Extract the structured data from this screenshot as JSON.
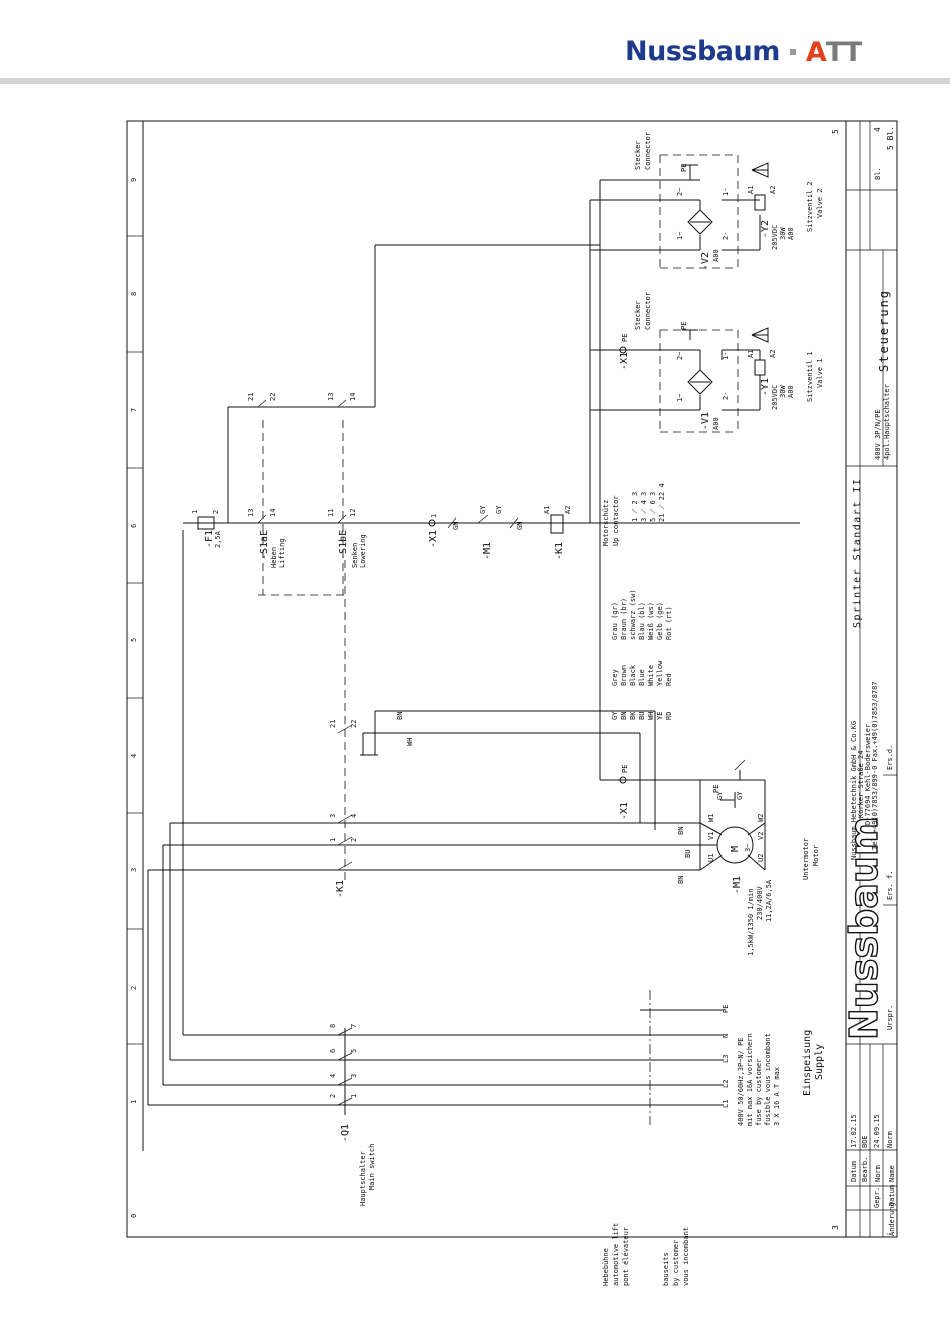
{
  "header": {
    "brand": "Nussbaum",
    "separator": "·",
    "partner_first": "A",
    "partner_rest": "TT"
  },
  "frame": {
    "columns": [
      "0",
      "1",
      "2",
      "3",
      "4",
      "5",
      "6",
      "7",
      "8",
      "9"
    ],
    "page_left": "3",
    "page_right": "5"
  },
  "title_block": {
    "rev_labels": [
      "Änderung",
      "Datum",
      "Name",
      "Norm"
    ],
    "datum_label": "Datum",
    "datum_value": "17.02.15",
    "bearb_label": "Bearb.",
    "bearb_value": "BOE",
    "gepr_label": "Gepr.",
    "gepr_value": "24.09.15",
    "norm_label": "Norm",
    "urspr_label": "Urspr.",
    "ers_f_label": "Ers. f.",
    "ers_d_label": "Ers.d.",
    "logo_text": "Nussbaum",
    "company": [
      "Nussbaum Hebetechnik GmbH & Co.KG",
      "Korker Straße 24",
      "D-77694 Kehl-Bodersweier",
      "Tel.+49(0)7853/899-0   Fax.+49(0)7853/8787"
    ],
    "product": "Sprinter Standart II",
    "voltage": "400V 3P/N/PE",
    "main_switch_pol": "4pol.Hauptschalter",
    "sheet_title": "Steuerung",
    "bl_label": "Bl.",
    "bl_value": "4",
    "bl_total": "5 Bl."
  },
  "left_notes": {
    "lift": [
      "Hebebühne",
      "automotive lift",
      "pont élévateur"
    ],
    "customer": [
      "bauseits",
      "by customer",
      "vous incombant"
    ],
    "main_switch": [
      "Hauptschalter",
      "Main switch"
    ]
  },
  "supply": {
    "title": [
      "Einspeisung",
      "Supply"
    ],
    "terminals": [
      "L1",
      "L2",
      "L3",
      "N",
      "PE"
    ],
    "notes": [
      "400V 50/60Hz,3P~N/ PE",
      "mit max 16A vorsichern",
      "fuse by customer",
      "fusible vous incombant",
      "3 X 16 A T max"
    ]
  },
  "devices": {
    "q1": "-Q1",
    "k1_main": "-K1",
    "k1_coil": "-K1",
    "m1": "-M1",
    "m1_thermo": "-M1",
    "f1": "-F1",
    "f1_rating": "2,5A",
    "s1ae": "-S1aE",
    "s1be": "-S1bE",
    "s1ae_desc": [
      "Heben",
      "Lifting"
    ],
    "s1be_desc": [
      "Senken",
      "Lowering"
    ],
    "x1_a": "-X1",
    "x1_b": "-X1",
    "x1_c": "-X1",
    "v1": "-V1",
    "v2": "-V2",
    "y1": "-Y1",
    "y2": "-Y2",
    "a00": "A00"
  },
  "motor": {
    "label": [
      "Untermotor",
      "Motor"
    ],
    "specs": [
      "1,5kW/1350 1/min",
      "230/400V",
      "11,2A/6,5A"
    ],
    "terminals": [
      "U1",
      "V1",
      "W1",
      "U2",
      "V2",
      "W2"
    ],
    "symbol": "M",
    "phase": "3~"
  },
  "valves": {
    "y1_desc": [
      "Sitzventil 1",
      "Valve 1"
    ],
    "y2_desc": [
      "Sitzventil 2",
      "Valve 2"
    ],
    "y_spec": [
      "205VDC",
      "30W"
    ],
    "connector": [
      "Stecker",
      "Connector"
    ]
  },
  "contactor": {
    "title": [
      "Motorschütz",
      "Up contactor"
    ],
    "map": [
      "1  ⟋  2 3",
      "3  ⟋  4 3",
      "5  ⟋  6 3",
      "21 ⟋ 22 4"
    ]
  },
  "colors": {
    "codes": [
      "GY",
      "BN",
      "BK",
      "BU",
      "WH",
      "YE",
      "RD"
    ],
    "en": [
      "Grey",
      "Brown",
      "Black",
      "Blue",
      "White",
      "Yellow",
      "Red"
    ],
    "de": [
      "Grau (gr)",
      "Braun (br)",
      "schwarz (sw)",
      "Blau (bl)",
      "Weiß (ws)",
      "Gelb (ge)",
      "Rot (rt)"
    ]
  },
  "wires": {
    "gn": "GN",
    "gy": "GY",
    "bn": "BN",
    "bu": "BU",
    "bk": "BK",
    "wh": "WH",
    "rd": "RD"
  },
  "pins": [
    "1",
    "2",
    "3",
    "4",
    "5",
    "6",
    "7",
    "8",
    "11",
    "12",
    "13",
    "14",
    "21",
    "22",
    "A1",
    "A2",
    "1~",
    "2~",
    "1-",
    "2-",
    "PE"
  ]
}
